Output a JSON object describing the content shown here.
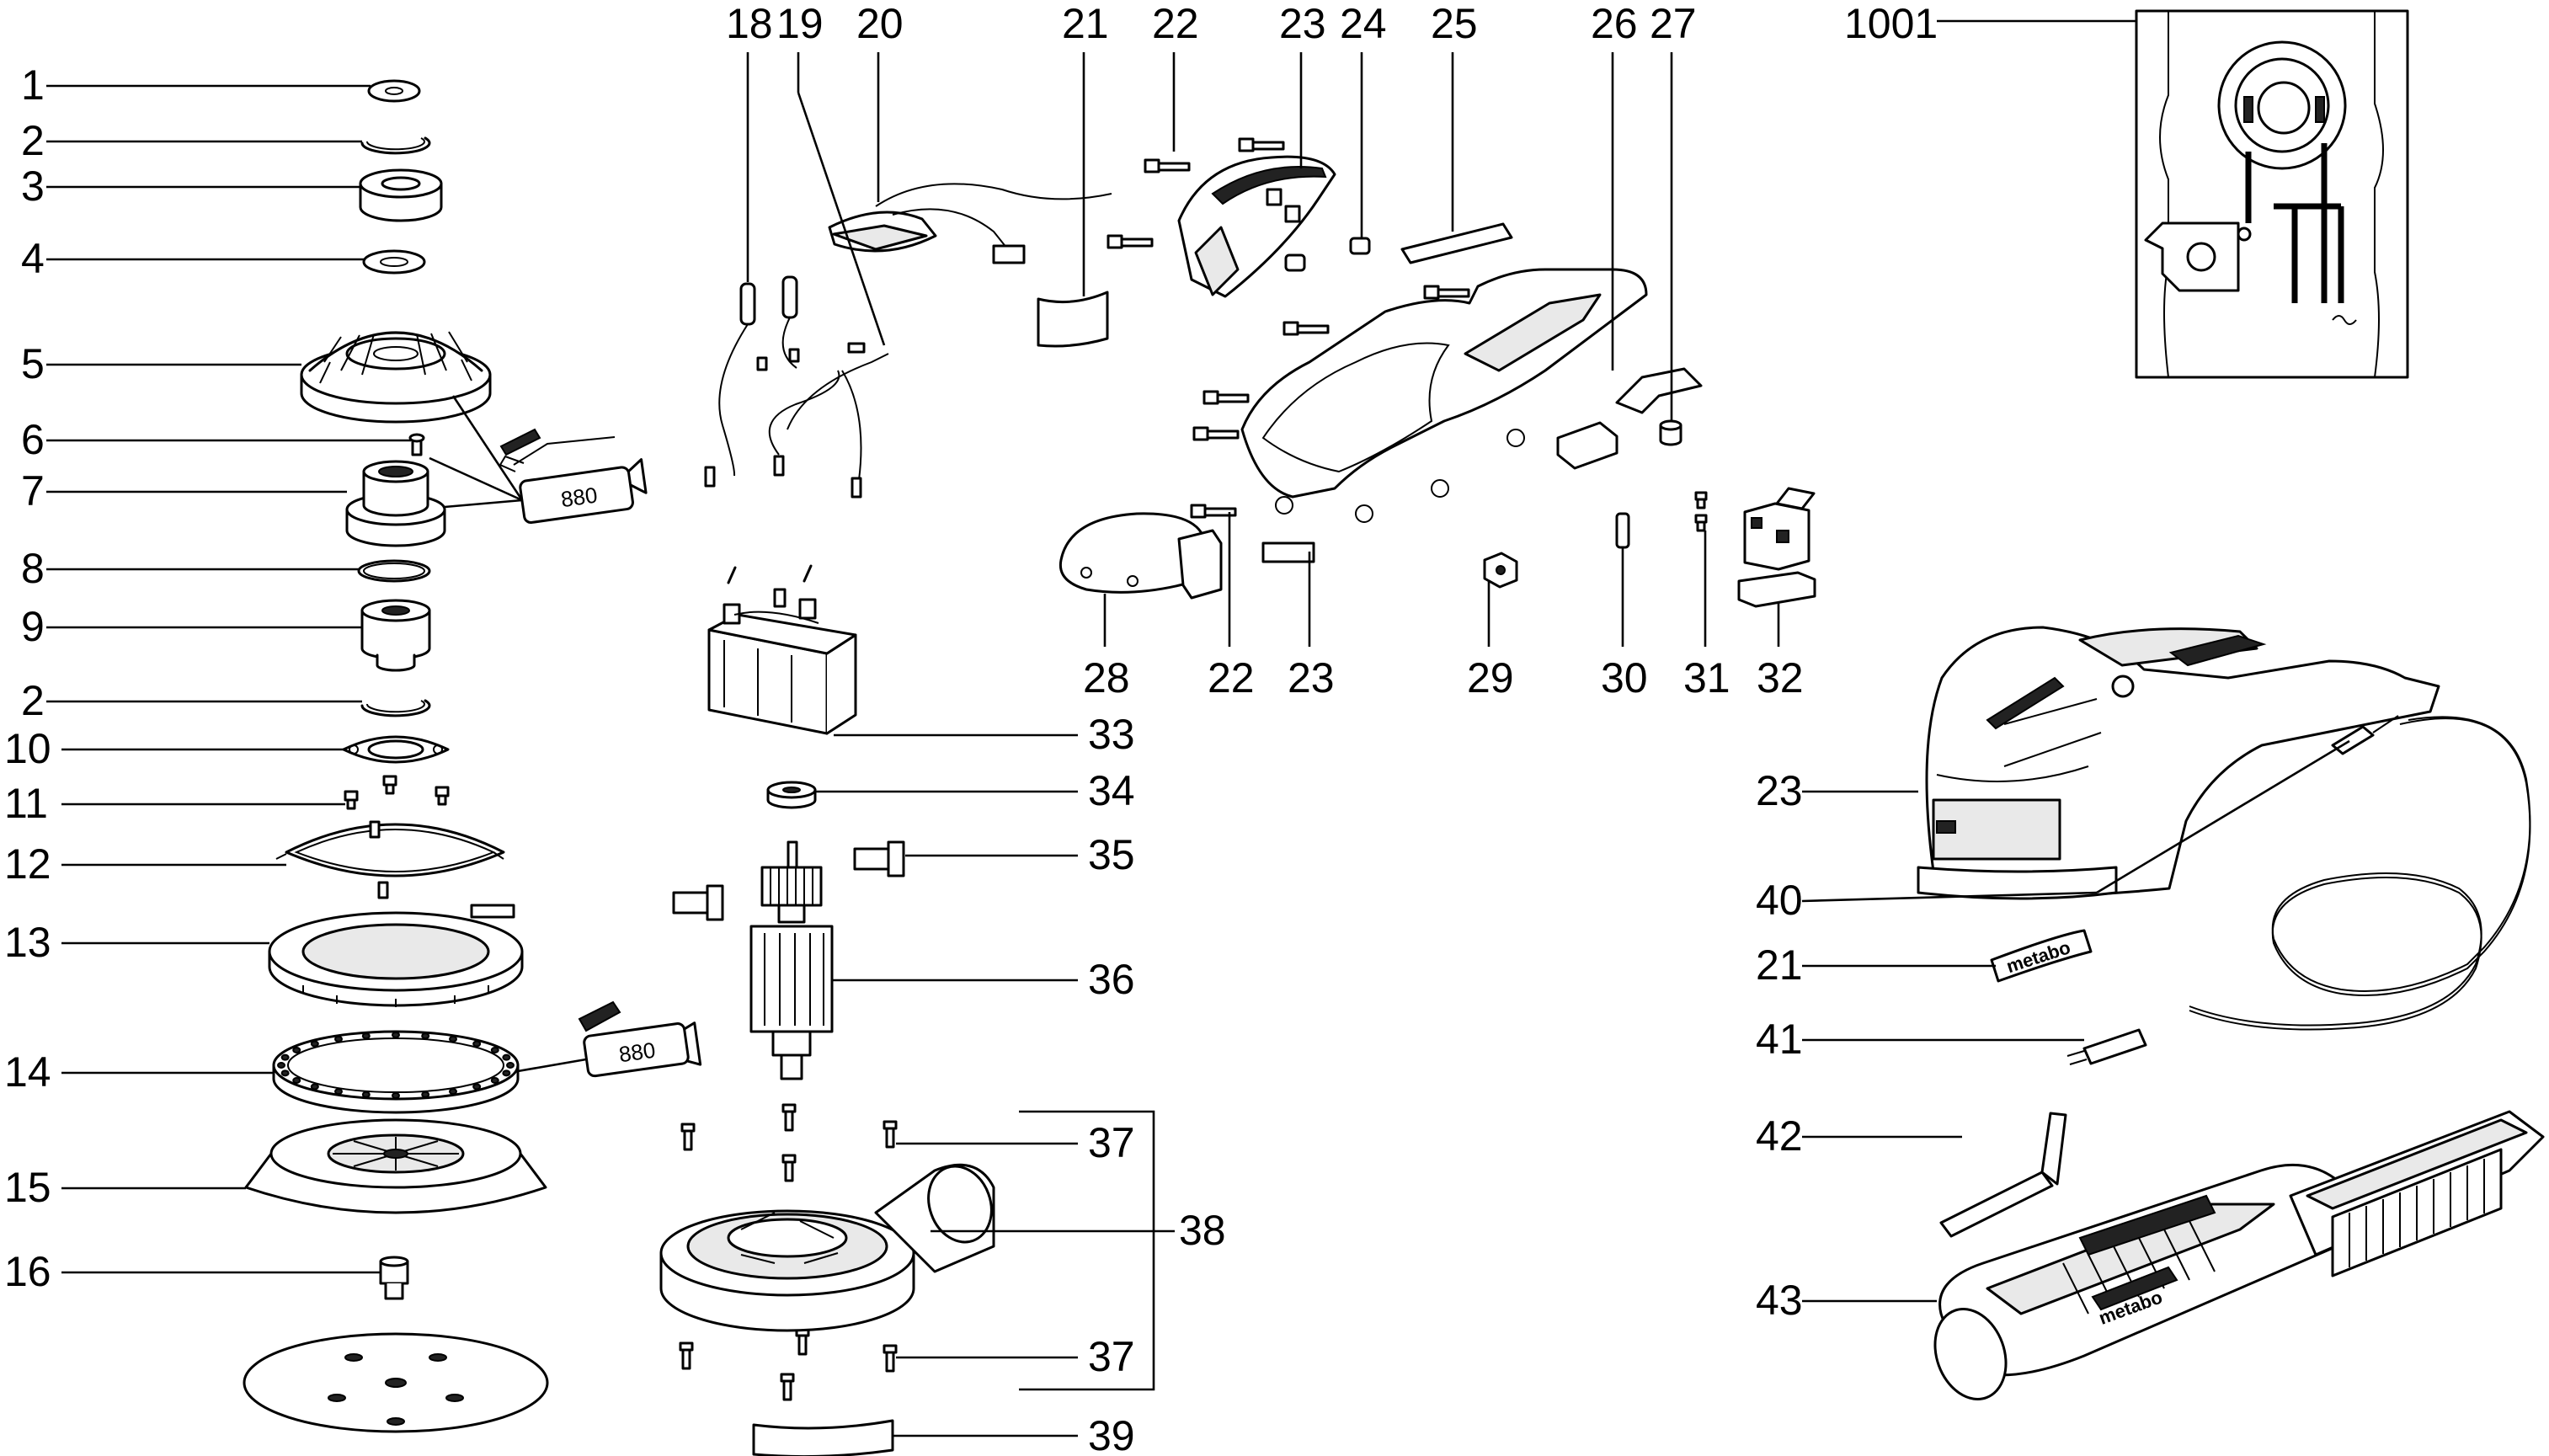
{
  "diagram": {
    "callouts": [
      {
        "id": "1"
      },
      {
        "id": "2"
      },
      {
        "id": "3"
      },
      {
        "id": "4"
      },
      {
        "id": "5"
      },
      {
        "id": "6"
      },
      {
        "id": "7"
      },
      {
        "id": "8"
      },
      {
        "id": "9"
      },
      {
        "id": "2"
      },
      {
        "id": "10"
      },
      {
        "id": "11"
      },
      {
        "id": "12"
      },
      {
        "id": "13"
      },
      {
        "id": "14"
      },
      {
        "id": "15"
      },
      {
        "id": "16"
      },
      {
        "id": "18"
      },
      {
        "id": "19"
      },
      {
        "id": "20"
      },
      {
        "id": "21"
      },
      {
        "id": "22"
      },
      {
        "id": "23"
      },
      {
        "id": "24"
      },
      {
        "id": "25"
      },
      {
        "id": "26"
      },
      {
        "id": "27"
      },
      {
        "id": "1001"
      },
      {
        "id": "28"
      },
      {
        "id": "22"
      },
      {
        "id": "23"
      },
      {
        "id": "29"
      },
      {
        "id": "30"
      },
      {
        "id": "31"
      },
      {
        "id": "32"
      },
      {
        "id": "33"
      },
      {
        "id": "34"
      },
      {
        "id": "35"
      },
      {
        "id": "36"
      },
      {
        "id": "37"
      },
      {
        "id": "38"
      },
      {
        "id": "37"
      },
      {
        "id": "39"
      },
      {
        "id": "23"
      },
      {
        "id": "40"
      },
      {
        "id": "21"
      },
      {
        "id": "41"
      },
      {
        "id": "42"
      },
      {
        "id": "43"
      }
    ],
    "grease_tube_label": "880",
    "grease_tube_label_2": "880",
    "brand_label": "metabo",
    "dust_box_brand": "metabo"
  }
}
